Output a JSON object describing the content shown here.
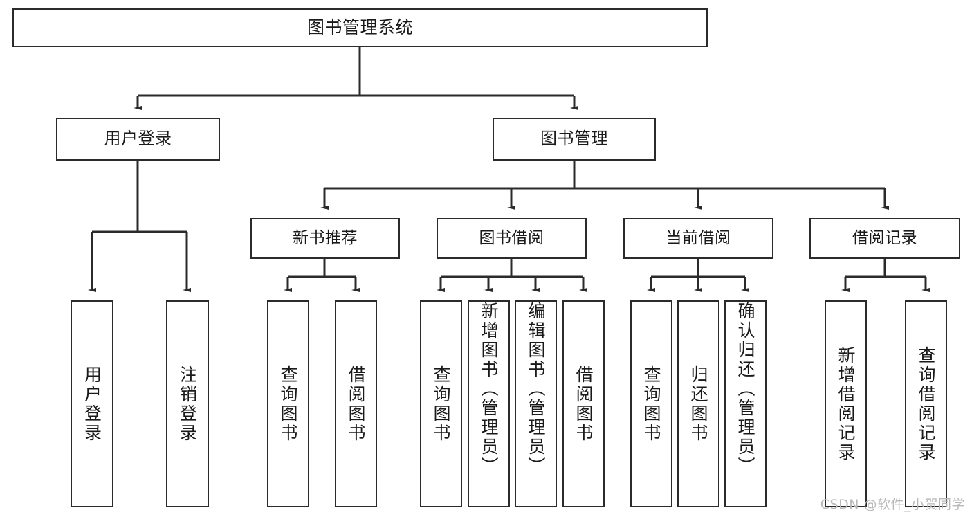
{
  "diagram": {
    "title": "图书管理系统",
    "type": "功能结构图",
    "accent_color": "#2b2b2b",
    "background_color": "#ffffff",
    "root": {
      "id": "root",
      "label": "图书管理系统"
    },
    "level2": [
      {
        "id": "user-login",
        "label": "用户登录"
      },
      {
        "id": "book-management",
        "label": "图书管理"
      }
    ],
    "level3": [
      {
        "id": "new-book-recommend",
        "label": "新书推荐",
        "parent": "book-management"
      },
      {
        "id": "book-borrow",
        "label": "图书借阅",
        "parent": "book-management"
      },
      {
        "id": "current-borrow",
        "label": "当前借阅",
        "parent": "book-management"
      },
      {
        "id": "borrow-record",
        "label": "借阅记录",
        "parent": "book-management"
      }
    ],
    "leaves": [
      {
        "id": "leaf-user-login",
        "label": "用户登录",
        "parent": "user-login"
      },
      {
        "id": "leaf-user-logout",
        "label": "注销登录",
        "parent": "user-login"
      },
      {
        "id": "leaf-query-book-1",
        "label": "查询图书",
        "parent": "new-book-recommend"
      },
      {
        "id": "leaf-borrow-book-1",
        "label": "借阅图书",
        "parent": "new-book-recommend"
      },
      {
        "id": "leaf-query-book-2",
        "label": "查询图书",
        "parent": "book-borrow"
      },
      {
        "id": "leaf-add-book",
        "label": "新增图书（管理员）",
        "parent": "book-borrow"
      },
      {
        "id": "leaf-edit-book",
        "label": "编辑图书（管理员）",
        "parent": "book-borrow"
      },
      {
        "id": "leaf-borrow-book-2",
        "label": "借阅图书",
        "parent": "book-borrow"
      },
      {
        "id": "leaf-query-book-3",
        "label": "查询图书",
        "parent": "current-borrow"
      },
      {
        "id": "leaf-return-book",
        "label": "归还图书",
        "parent": "current-borrow"
      },
      {
        "id": "leaf-confirm-return",
        "label": "确认归还（管理员）",
        "parent": "current-borrow"
      },
      {
        "id": "leaf-add-record",
        "label": "新增借阅记录",
        "parent": "borrow-record"
      },
      {
        "id": "leaf-query-record",
        "label": "查询借阅记录",
        "parent": "borrow-record"
      }
    ]
  },
  "watermark": {
    "text": "CSDN @软件_小贺同学"
  }
}
